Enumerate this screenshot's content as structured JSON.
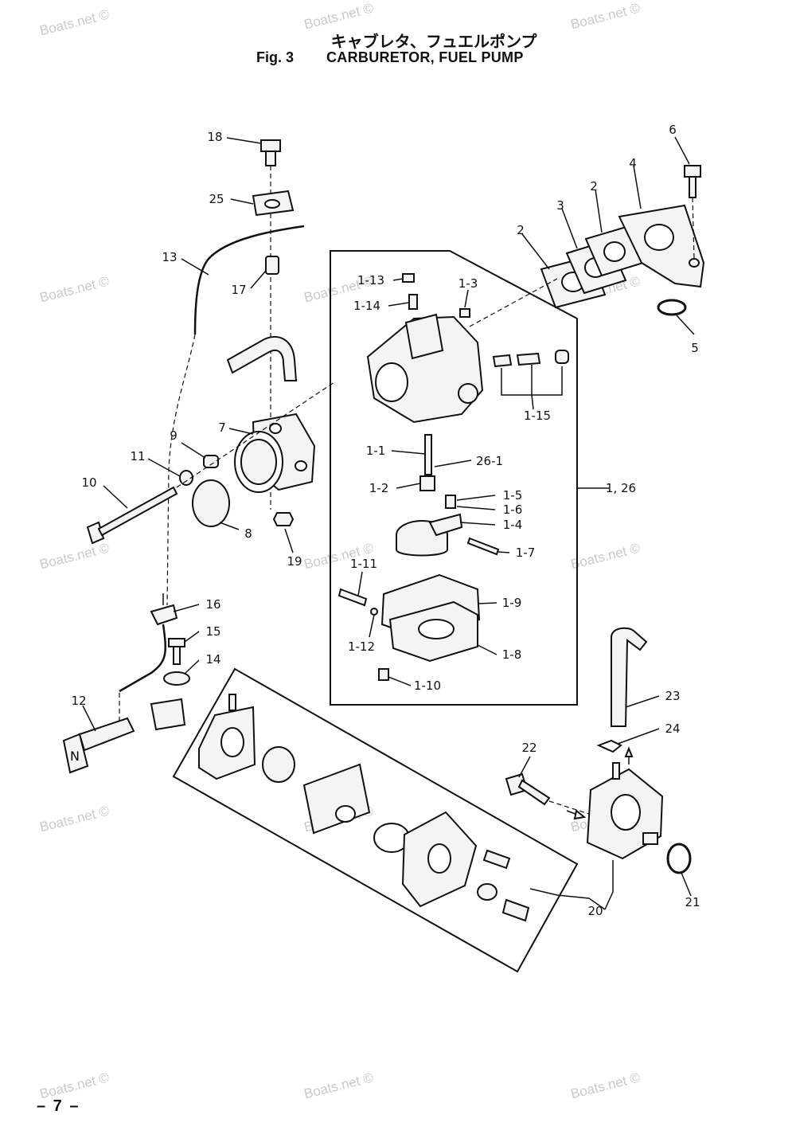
{
  "header": {
    "title_jp": "キャブレタ、フュエルポンプ",
    "fig_number": "Fig. 3",
    "title_en": "CARBURETOR, FUEL PUMP"
  },
  "watermark": "Boats.net ©",
  "page_number": "– 7 –",
  "callouts": {
    "p18": "18",
    "p25": "25",
    "p13": "13",
    "p17": "17",
    "p7": "7",
    "p9": "9",
    "p11": "11",
    "p10": "10",
    "p8": "8",
    "p19": "19",
    "p16": "16",
    "p15": "15",
    "p14": "14",
    "p12": "12",
    "p6": "6",
    "p4": "4",
    "p2a": "2",
    "p3": "3",
    "p2b": "2",
    "p5": "5",
    "p1_13": "1-13",
    "p1_3": "1-3",
    "p1_14": "1-14",
    "p1_15": "1-15",
    "p1_1": "1-1",
    "p26_1": "26-1",
    "p1_2": "1-2",
    "p1_5": "1-5",
    "p1_6": "1-6",
    "p1_4": "1-4",
    "p1_26": "1, 26",
    "p1_7": "1-7",
    "p1_11": "1-11",
    "p1_9": "1-9",
    "p1_12": "1-12",
    "p1_8": "1-8",
    "p1_10": "1-10",
    "p23": "23",
    "p24": "24",
    "p22": "22",
    "p20": "20",
    "p21": "21"
  }
}
